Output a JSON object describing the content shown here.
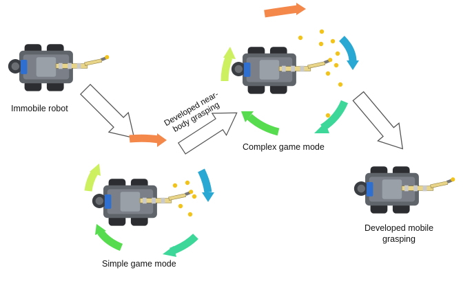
{
  "labels": {
    "immobile": "Immobile robot",
    "near_body_line1": "Developed near-",
    "near_body_line2": "body grasping",
    "complex": "Complex  game mode",
    "simple": "Simple game mode",
    "mobile_line1": "Developed mobile",
    "mobile_line2": "grasping"
  },
  "colors": {
    "orange": "#f4874a",
    "blue": "#29a8d4",
    "teal_green": "#3ed79a",
    "green": "#57dc4f",
    "yellow_green": "#cdf060",
    "ball": "#f2c31a",
    "robot_body": "#555a60",
    "robot_wheel": "#2b2d30",
    "arm": "#e9d58a",
    "accent_blue": "#2f6fd0"
  }
}
